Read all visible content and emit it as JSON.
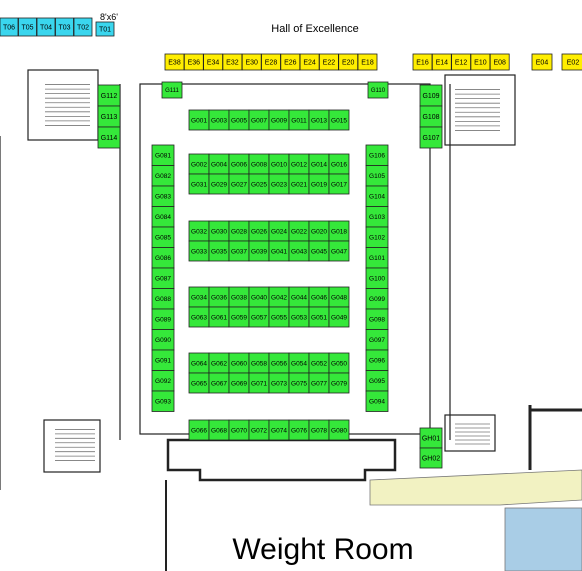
{
  "map": {
    "hall_label": "Hall of Excellence",
    "room_label": "Weight Room",
    "dimension_note": "8'x6'",
    "colors": {
      "green_booth": "#35e83a",
      "yellow_booth": "#ffee00",
      "cyan_booth": "#3ad6ee",
      "beige_corridor": "#f2f2c2",
      "blue_zone": "#a9cde6",
      "wall": "#222222",
      "thin_line": "#777777"
    },
    "top_strip": [
      "E38",
      "E36",
      "E34",
      "E32",
      "E30",
      "E28",
      "E26",
      "E24",
      "E22",
      "E20",
      "E18"
    ],
    "top_strip_right": [
      "E16",
      "E14",
      "E12",
      "E10",
      "E08"
    ],
    "top_single": [
      "E04",
      "E02"
    ],
    "cyan_booths": [
      "T06",
      "T05",
      "T04",
      "T03",
      "T02",
      "T01"
    ],
    "left_upper": [
      "G112",
      "G113",
      "G114"
    ],
    "right_upper": [
      "G109",
      "G108",
      "G107"
    ],
    "g_top_row": [
      "G001",
      "G003",
      "G005",
      "G007",
      "G009",
      "G011",
      "G013",
      "G015"
    ],
    "left_column": [
      "G081",
      "G082",
      "G083",
      "G084",
      "G085",
      "G086",
      "G087",
      "G088",
      "G089",
      "G090",
      "G091",
      "G092",
      "G093"
    ],
    "right_column": [
      "G106",
      "G105",
      "G104",
      "G103",
      "G102",
      "G101",
      "G100",
      "G099",
      "G098",
      "G097",
      "G096",
      "G095",
      "G094"
    ],
    "island_rows": [
      [
        "G002",
        "G004",
        "G006",
        "G008",
        "G010",
        "G012",
        "G014",
        "G016"
      ],
      [
        "G031",
        "G029",
        "G027",
        "G025",
        "G023",
        "G021",
        "G019",
        "G017"
      ],
      [
        "G032",
        "G030",
        "G028",
        "G026",
        "G024",
        "G022",
        "G020",
        "G018"
      ],
      [
        "G033",
        "G035",
        "G037",
        "G039",
        "G041",
        "G043",
        "G045",
        "G047"
      ],
      [
        "G034",
        "G036",
        "G038",
        "G040",
        "G042",
        "G044",
        "G046",
        "G048"
      ],
      [
        "G063",
        "G061",
        "G059",
        "G057",
        "G055",
        "G053",
        "G051",
        "G049"
      ],
      [
        "G064",
        "G062",
        "G060",
        "G058",
        "G056",
        "G054",
        "G052",
        "G050"
      ],
      [
        "G065",
        "G067",
        "G069",
        "G071",
        "G073",
        "G075",
        "G077",
        "G079"
      ]
    ],
    "g_bottom_row": [
      "G066",
      "G068",
      "G070",
      "G072",
      "G074",
      "G076",
      "G078",
      "G080"
    ],
    "gh_booths": [
      "GH01",
      "GH02"
    ],
    "g110": "G110",
    "g111": "G111"
  }
}
